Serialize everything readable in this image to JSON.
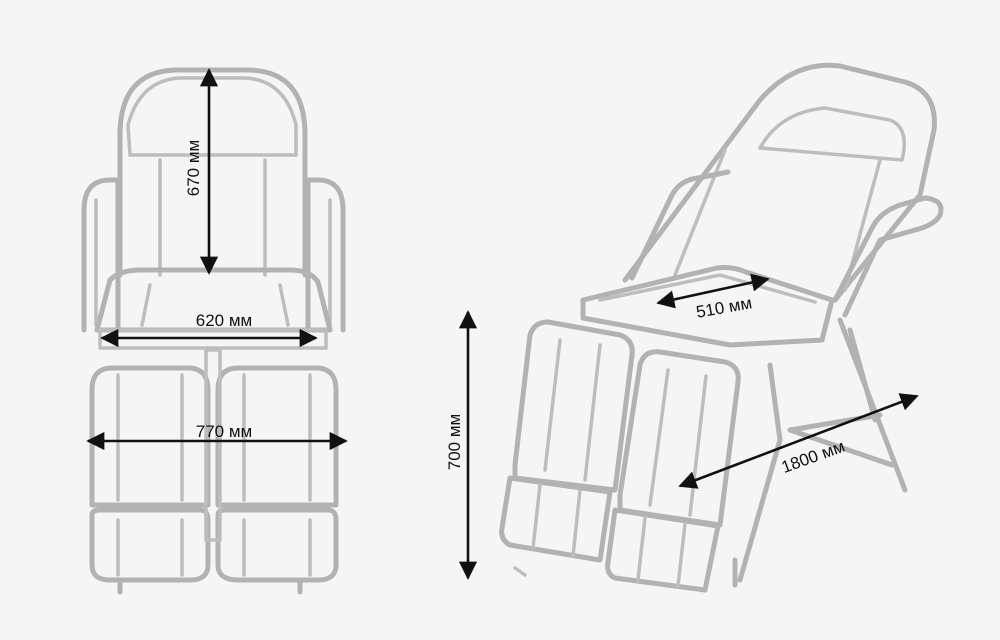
{
  "dimensions": {
    "front_height": "670 мм",
    "front_seat_width": "620 мм",
    "front_overall_width": "770 мм",
    "side_seat_depth": "510 мм",
    "side_height": "700 мм",
    "side_length": "1800 мм"
  },
  "colors": {
    "outline": "#b2b2b2",
    "dimension_line": "#111111",
    "background": "#f5f5f5"
  }
}
